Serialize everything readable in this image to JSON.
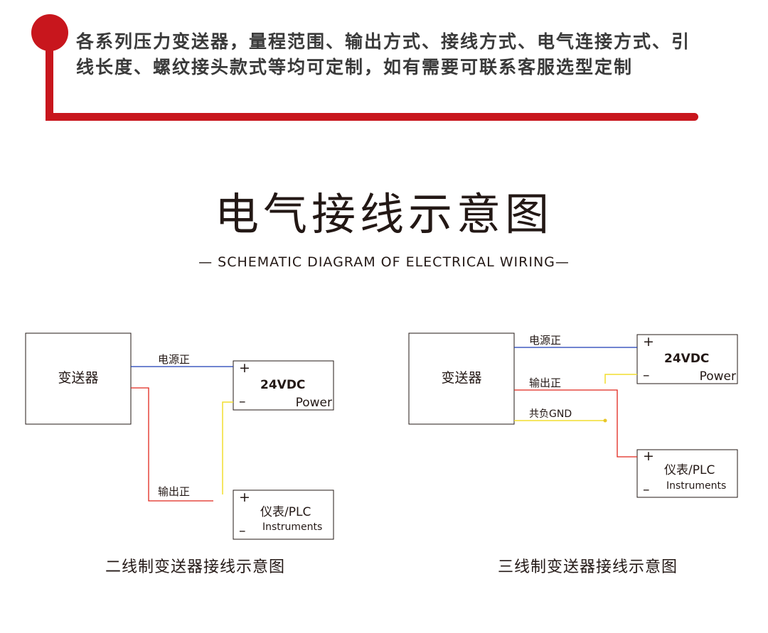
{
  "header": {
    "intro": "各系列压力变送器，量程范围、输出方式、接线方式、电气连接方式、引线长度、螺纹接头款式等均可定制，如有需要可联系客服选型定制",
    "accent_color": "#c8161d"
  },
  "title": "电气接线示意图",
  "subtitle": "— SCHEMATIC DIAGRAM OF ELECTRICAL WIRING—",
  "wire_colors": {
    "positive": "#1a3bb5",
    "output": "#e1261c",
    "ground": "#f2dd2e"
  },
  "two_wire": {
    "caption": "二线制变送器接线示意图",
    "transmitter": "变送器",
    "power": {
      "plus": "+",
      "voltage": "24VDC",
      "minus": "–",
      "label": "Power"
    },
    "instrument": {
      "plus": "+",
      "label": "仪表/PLC",
      "sub": "Instruments",
      "minus": "–"
    },
    "wire_power_positive": "电源正",
    "wire_output_positive": "输出正"
  },
  "three_wire": {
    "caption": "三线制变送器接线示意图",
    "transmitter": "变送器",
    "power": {
      "plus": "+",
      "voltage": "24VDC",
      "minus": "–",
      "label": "Power"
    },
    "instrument": {
      "plus": "+",
      "label": "仪表/PLC",
      "sub": "Instruments",
      "minus": "–"
    },
    "wire_power_positive": "电源正",
    "wire_output_positive": "输出正",
    "wire_common_gnd": "共负GND"
  }
}
